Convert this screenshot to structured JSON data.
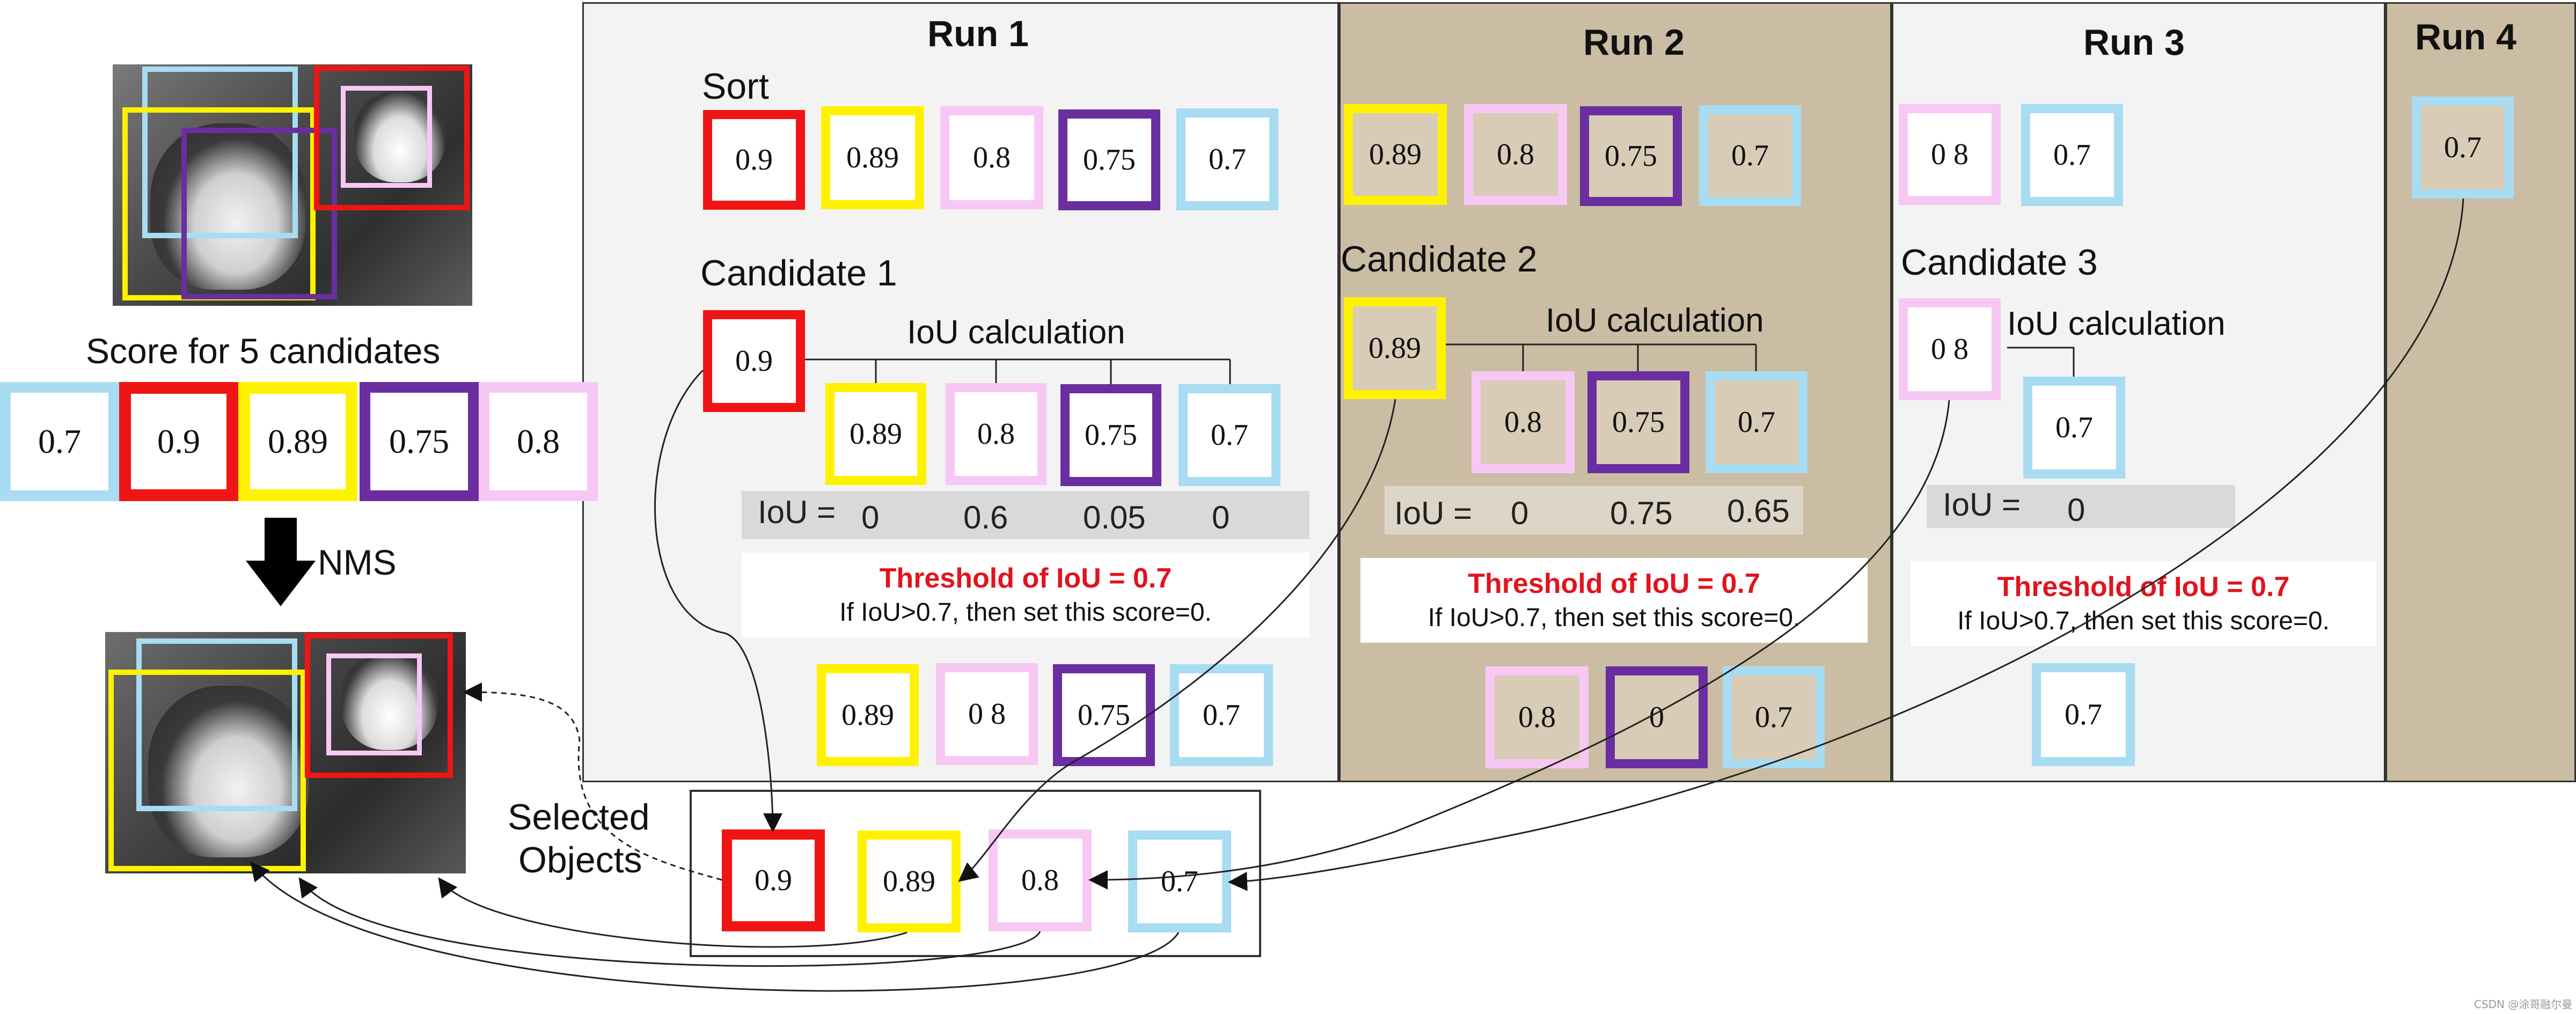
{
  "colors": {
    "red": "#f01515",
    "yellow": "#fff200",
    "pink": "#f8c8f4",
    "purple": "#6a2ea0",
    "blue": "#a8dcf2",
    "panel_light": "#f4f4f4",
    "panel_tan": "#cdbfa6",
    "threshold_red": "#e0141e"
  },
  "left": {
    "score_label": "Score for 5 candidates",
    "scores": [
      "0.7",
      "0.9",
      "0.89",
      "0.75",
      "0.8"
    ],
    "nms_label": "NMS",
    "selected_label_line1": "Selected",
    "selected_label_line2": "Objects",
    "selected": [
      "0.9",
      "0.89",
      "0.8",
      "0.7"
    ]
  },
  "runs": [
    {
      "title": "Run 1",
      "sort_label": "Sort",
      "sorted": [
        "0.9",
        "0.89",
        "0.8",
        "0.75",
        "0.7"
      ],
      "candidate_label": "Candidate 1",
      "candidate": "0.9",
      "iou_calc_label": "IoU calculation",
      "compare": [
        "0.89",
        "0.8",
        "0.75",
        "0.7"
      ],
      "iou_prefix": "IoU =",
      "iou_values": [
        "0",
        "0.6",
        "0.05",
        "0"
      ],
      "threshold": "Threshold of IoU = 0.7",
      "rule": "If IoU>0.7, then set this score=0.",
      "result": [
        "0.89",
        "0 8",
        "0.75",
        "0.7"
      ]
    },
    {
      "title": "Run 2",
      "sorted": [
        "0.89",
        "0.8",
        "0.75",
        "0.7"
      ],
      "candidate_label": "Candidate 2",
      "candidate": "0.89",
      "iou_calc_label": "IoU calculation",
      "compare": [
        "0.8",
        "0.75",
        "0.7"
      ],
      "iou_prefix": "IoU =",
      "iou_values": [
        "0",
        "0.75",
        "0.65"
      ],
      "threshold": "Threshold of IoU = 0.7",
      "rule": "If IoU>0.7, then set this score=0.",
      "result": [
        "0.8",
        "0",
        "0.7"
      ]
    },
    {
      "title": "Run 3",
      "sorted": [
        "0 8",
        "0.7"
      ],
      "candidate_label": "Candidate 3",
      "candidate": "0 8",
      "iou_calc_label": "IoU calculation",
      "compare": [
        "0.7"
      ],
      "iou_prefix": "IoU =",
      "iou_values": [
        "0"
      ],
      "threshold": "Threshold of IoU = 0.7",
      "rule": "If IoU>0.7, then set this score=0.",
      "result": [
        "0.7"
      ]
    },
    {
      "title": "Run 4",
      "sorted": [
        "0.7"
      ]
    }
  ],
  "watermark": "CSDN @涂哥融尔曼"
}
